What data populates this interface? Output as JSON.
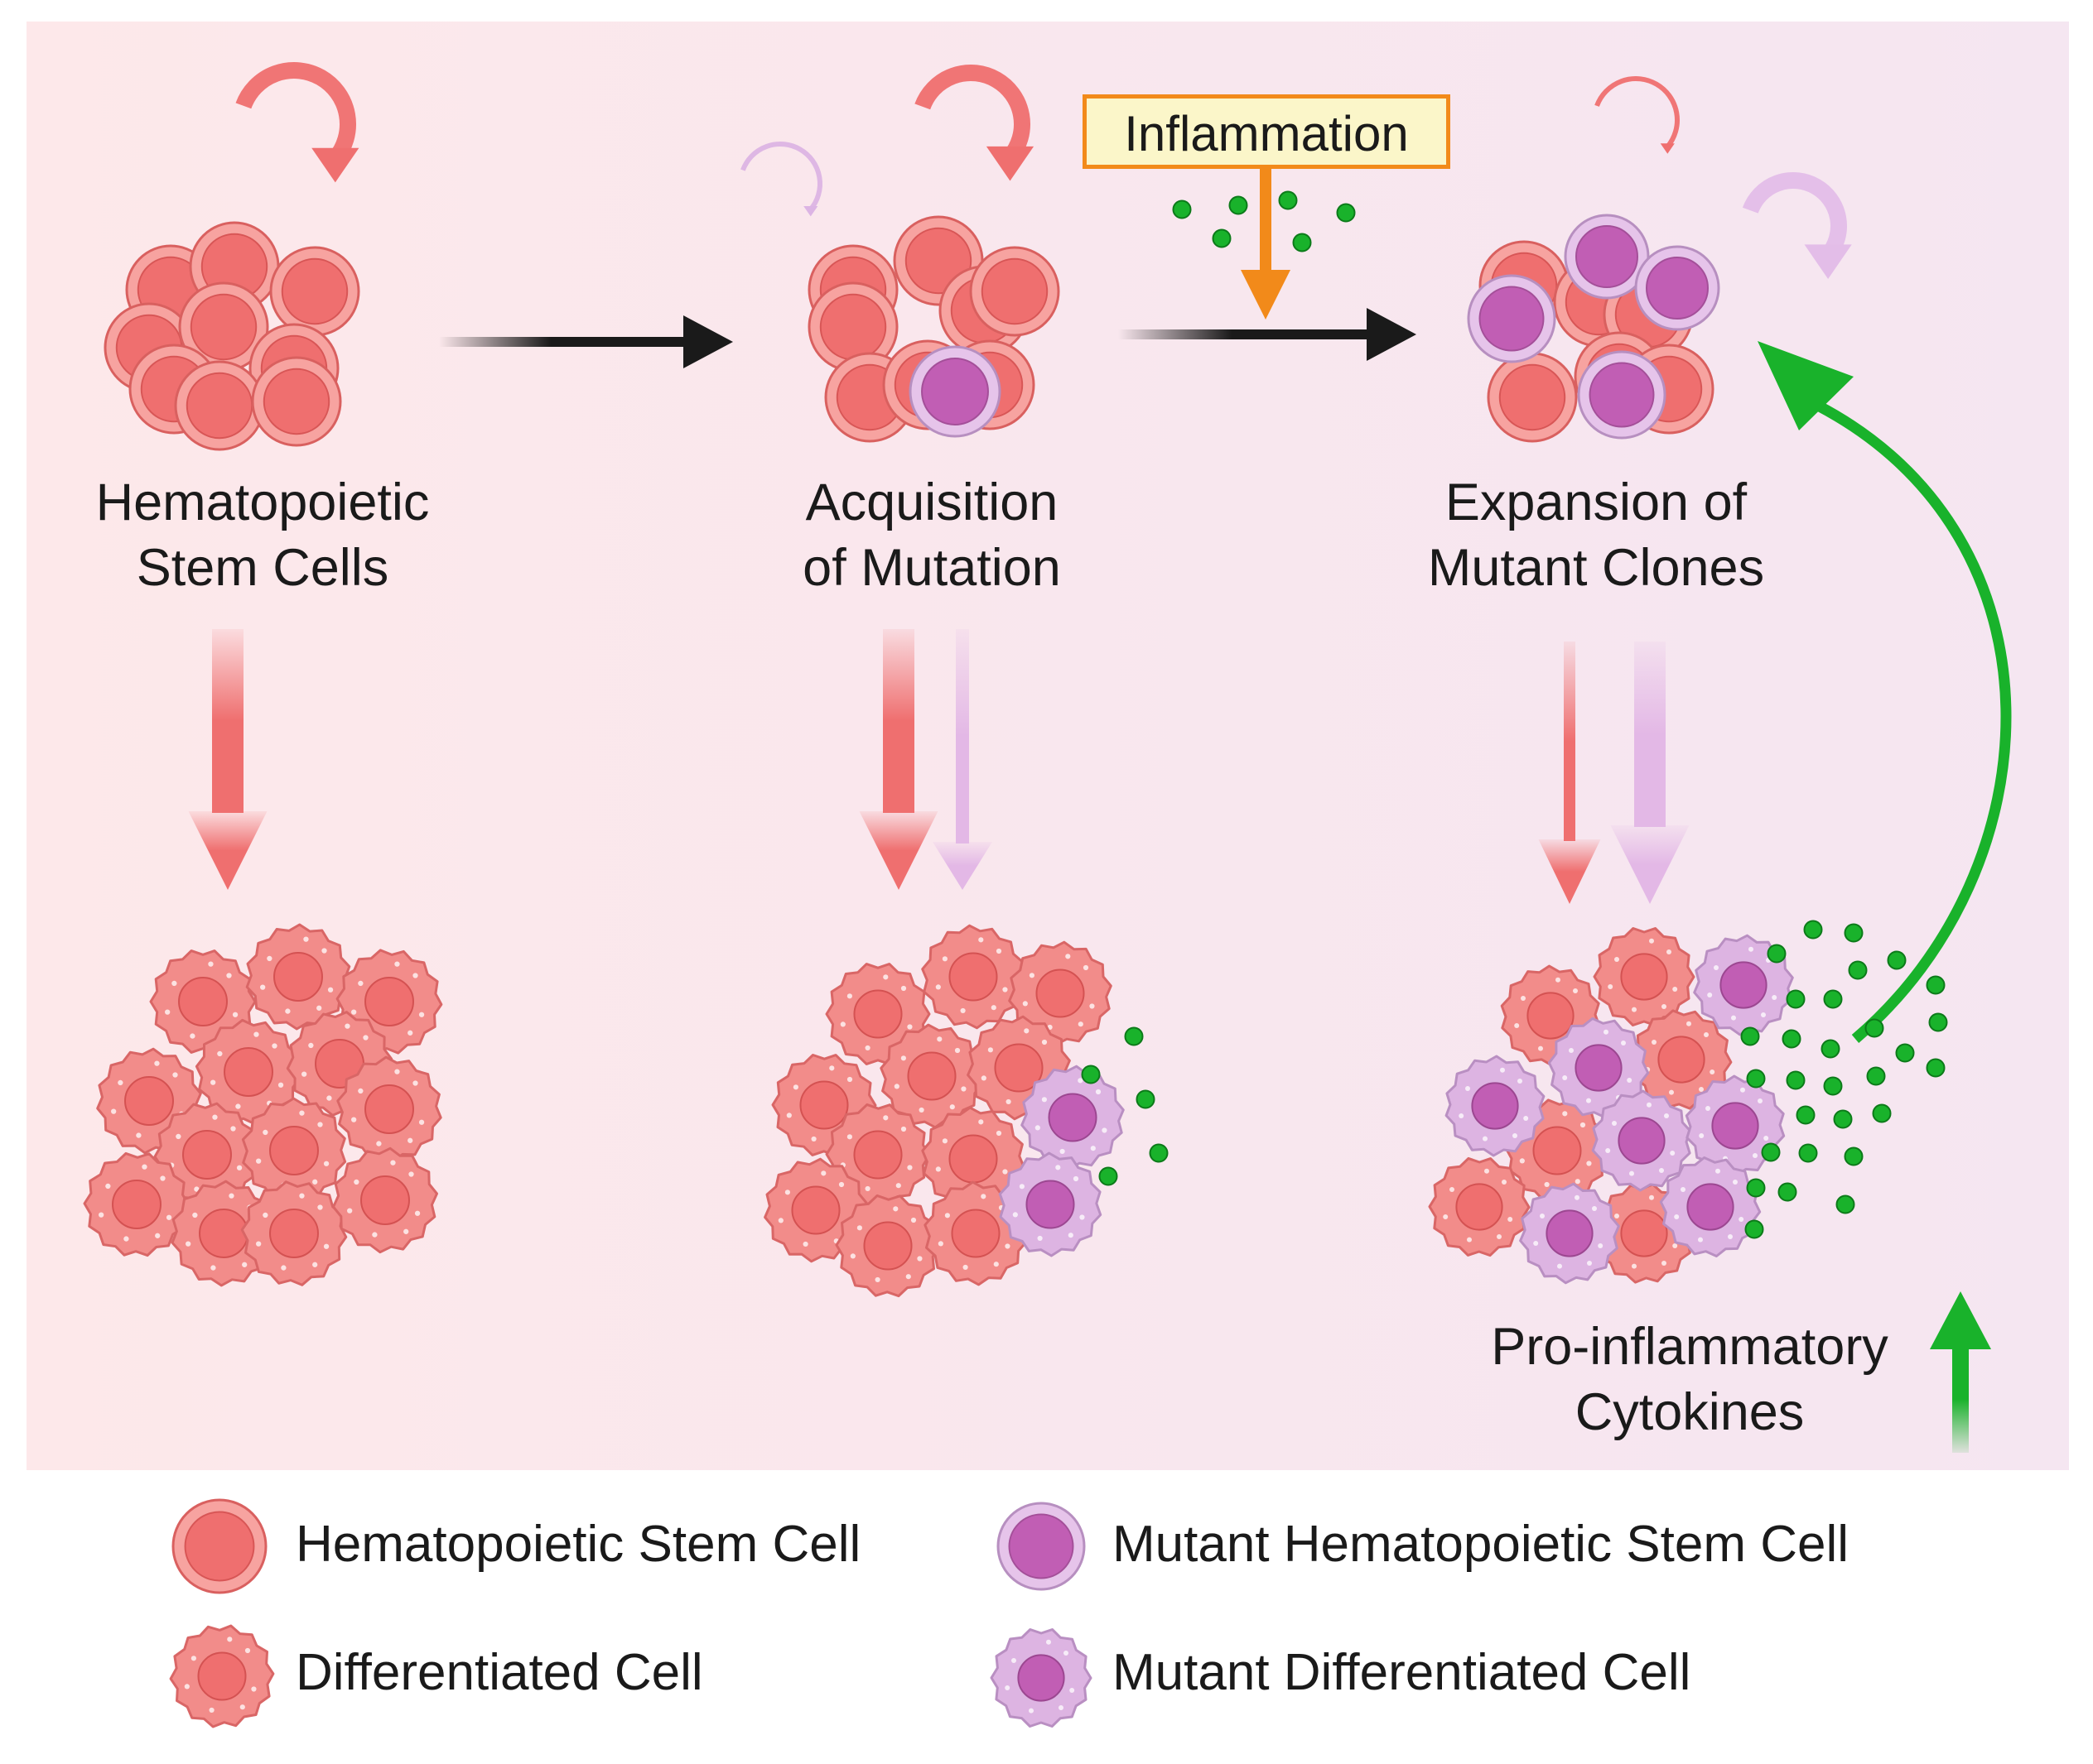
{
  "stages": [
    {
      "line1": "Hematopoietic",
      "line2": "Stem Cells"
    },
    {
      "line1": "Acquisition",
      "line2": "of Mutation"
    },
    {
      "line1": "Expansion of",
      "line2": "Mutant Clones"
    }
  ],
  "inflammation_label": "Inflammation",
  "cytokines_label": {
    "line1": "Pro-inflammatory",
    "line2": "Cytokines"
  },
  "legend": [
    {
      "label": "Hematopoietic Stem Cell",
      "icon": "hsc-icon"
    },
    {
      "label": "Mutant Hematopoietic Stem Cell",
      "icon": "mutant-hsc-icon"
    },
    {
      "label": "Differentiated Cell",
      "icon": "differentiated-cell-icon"
    },
    {
      "label": "Mutant Differentiated Cell",
      "icon": "mutant-differentiated-cell-icon"
    }
  ],
  "colors": {
    "hsc_fill": "#ef6f6f",
    "hsc_ring": "#f7a3a0",
    "mutant_fill": "#c15eb4",
    "mutant_ring": "#e6c4ea",
    "cytokine": "#19b22b",
    "inflammation_arrow": "#f28a1a",
    "background_left": "#fde8ea",
    "background_right": "#f5e6f1"
  }
}
